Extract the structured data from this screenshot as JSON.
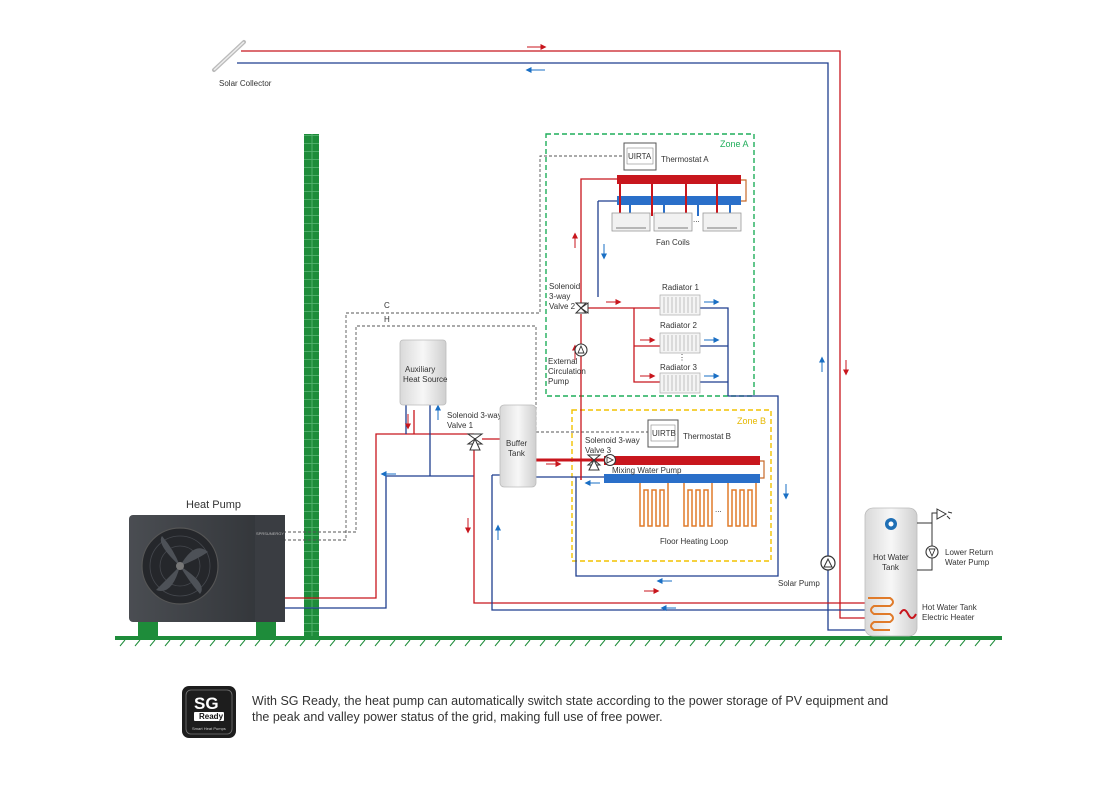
{
  "labels": {
    "solar_collector": "Solar Collector",
    "zone_a": "Zone A",
    "zone_b": "Zone B",
    "uirta": "UIRTA",
    "thermostat_a": "Thermostat  A",
    "fan_coils": "Fan Coils",
    "fan_dots": "...",
    "solenoid_valve2": [
      "Solenoid",
      "3-way",
      "Valve 2"
    ],
    "radiator_1": "Radiator 1",
    "radiator_2": "Radiator 2",
    "radiator_3": "Radiator 3",
    "ext_pump": [
      "External",
      "Circulation",
      "Pump"
    ],
    "line_c": "C",
    "line_h": "H",
    "aux_heat": [
      "Auxiliary",
      "Heat Source"
    ],
    "solenoid_valve1": [
      "Solenoid 3-way",
      "Valve 1"
    ],
    "buffer_tank": [
      "Buffer",
      "Tank"
    ],
    "uirtb": "UIRTB",
    "thermostat_b": "Thermostat B",
    "solenoid_valve3": [
      "Solenoid 3-way",
      "Valve 3"
    ],
    "mixing_pump": "Mixing Water Pump",
    "floor_dots": "...",
    "floor_loop": "Floor Heating Loop",
    "heat_pump": "Heat Pump",
    "brand": "SPRSUNERGY",
    "solar_pump": "Solar Pump",
    "hot_water_tank": [
      "Hot Water",
      "Tank"
    ],
    "lower_return_pump": [
      "Lower Return",
      "Water Pump"
    ],
    "electric_heater": [
      "Hot Water Tank",
      "Electric Heater"
    ]
  },
  "sg_badge": {
    "main": "SG",
    "sub": "Ready",
    "tiny": "Smart Heat Pumps"
  },
  "note": "With SG Ready, the heat pump can automatically switch state according to the power storage of PV equipment and the peak and valley power status of the grid, making full use of free power.",
  "colors": {
    "hot_pipe": "#c8161d",
    "cold_pipe": "#1f3f8f",
    "arrow_blue": "#1a6fc4",
    "ground": "#1e8c3a",
    "wall": "#1e8c3a",
    "zone_a": "#1fae5a",
    "zone_b": "#f2c200"
  }
}
